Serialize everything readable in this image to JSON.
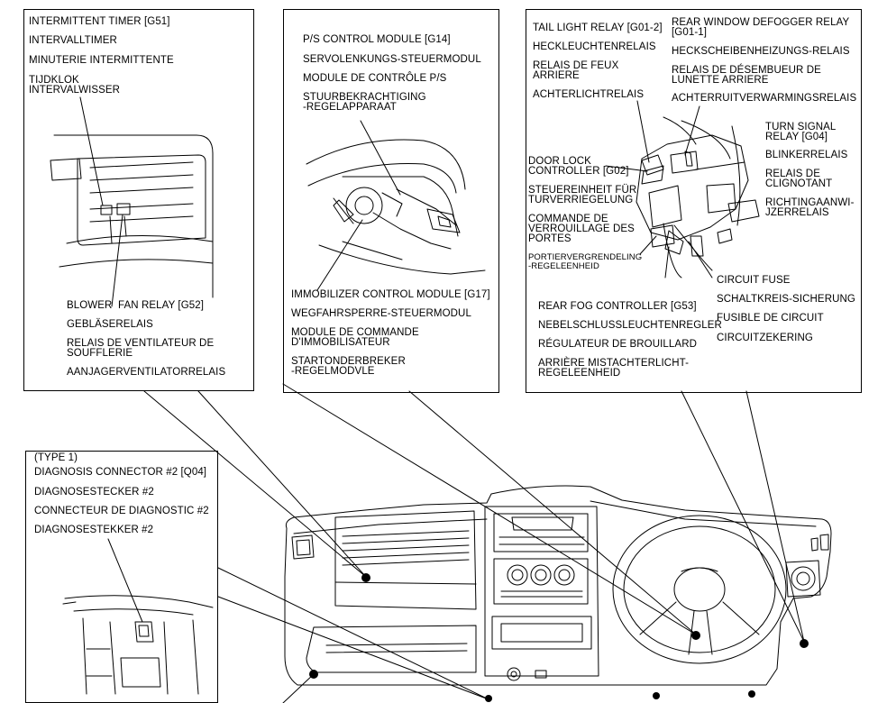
{
  "panels": {
    "intermittent_timer": {
      "labels": [
        "INTERMITTENT TIMER [G51]",
        "INTERVALLTIMER",
        "MINUTERIE INTERMITTENTE",
        "TIJDKLOK\nINTERVALWISSER"
      ]
    },
    "blower_fan_relay": {
      "labels": [
        "BLOWER  FAN RELAY [G52]",
        "GEBLÄSERELAIS",
        "RELAIS DE VENTILATEUR DE\nSOUFFLERIE",
        "AANJAGERVENTILATORRELAIS"
      ]
    },
    "ps_control_module": {
      "labels": [
        "P/S CONTROL MODULE [G14]",
        "SERVOLENKUNGS-STEUERMODUL",
        "MODULE DE CONTRÔLE P/S",
        "STUURBEKRACHTIGING\n-REGELAPPARAAT"
      ]
    },
    "immobilizer_control_module": {
      "labels": [
        "IMMOBILIZER CONTROL MODULE [G17]",
        "WEGFAHRSPERRE-STEUERMODUL",
        "MODULE DE COMMANDE\nD'IMMOBILISATEUR",
        "STARTONDERBREKER\n-REGELMODVLE"
      ]
    },
    "tail_light_relay": {
      "labels": [
        "TAIL LIGHT RELAY [G01-2]",
        "HECKLEUCHTENRELAIS",
        "RELAIS DE FEUX\nARRIERE",
        "ACHTERLICHTRELAIS"
      ]
    },
    "rear_window_defogger_relay": {
      "labels": [
        "REAR WINDOW DEFOGGER RELAY\n[G01-1]",
        "HECKSCHEIBENHEIZUNGS-RELAIS",
        "RELAIS DE DÉSEMBUEUR DE\nLUNETTE ARRIERE",
        "ACHTERRUITVERWARMINGSRELAIS"
      ]
    },
    "turn_signal_relay": {
      "labels": [
        "TURN SIGNAL\nRELAY [G04]",
        "BLINKERRELAIS",
        "RELAIS DE\nCLIGNOTANT",
        "RICHTINGAANWI-\nJZERRELAIS"
      ]
    },
    "door_lock_controller": {
      "labels": [
        "DOOR LOCK\nCONTROLLER [G02]",
        "STEUEREINHEIT FÜR\nTURVERRIEGELUNG",
        "COMMANDE DE\nVERROUILLAGE DES\nPORTES",
        "PORTIERVERGRENDELING\n-REGELEENHEID"
      ]
    },
    "circuit_fuse": {
      "labels": [
        "CIRCUIT FUSE",
        "SCHALTKREIS-SICHERUNG",
        "FUSIBLE DE CIRCUIT",
        "CIRCUITZEKERING"
      ]
    },
    "rear_fog_controller": {
      "labels": [
        "REAR FOG CONTROLLER [G53]",
        "NEBELSCHLUSSLEUCHTENREGLER",
        "RÉGULATEUR DE BROUILLARD",
        "ARRIÈRE MISTACHTERLICHT-\nREGELEENHEID"
      ]
    },
    "diagnosis_connector": {
      "labels": [
        "(TYPE 1)",
        "DIAGNOSIS CONNECTOR #2 [Q04]",
        "DIAGNOSESTECKER #2",
        "CONNECTEUR DE DIAGNOSTIC #2",
        "DIAGNOSESTEKKER #2"
      ]
    }
  }
}
